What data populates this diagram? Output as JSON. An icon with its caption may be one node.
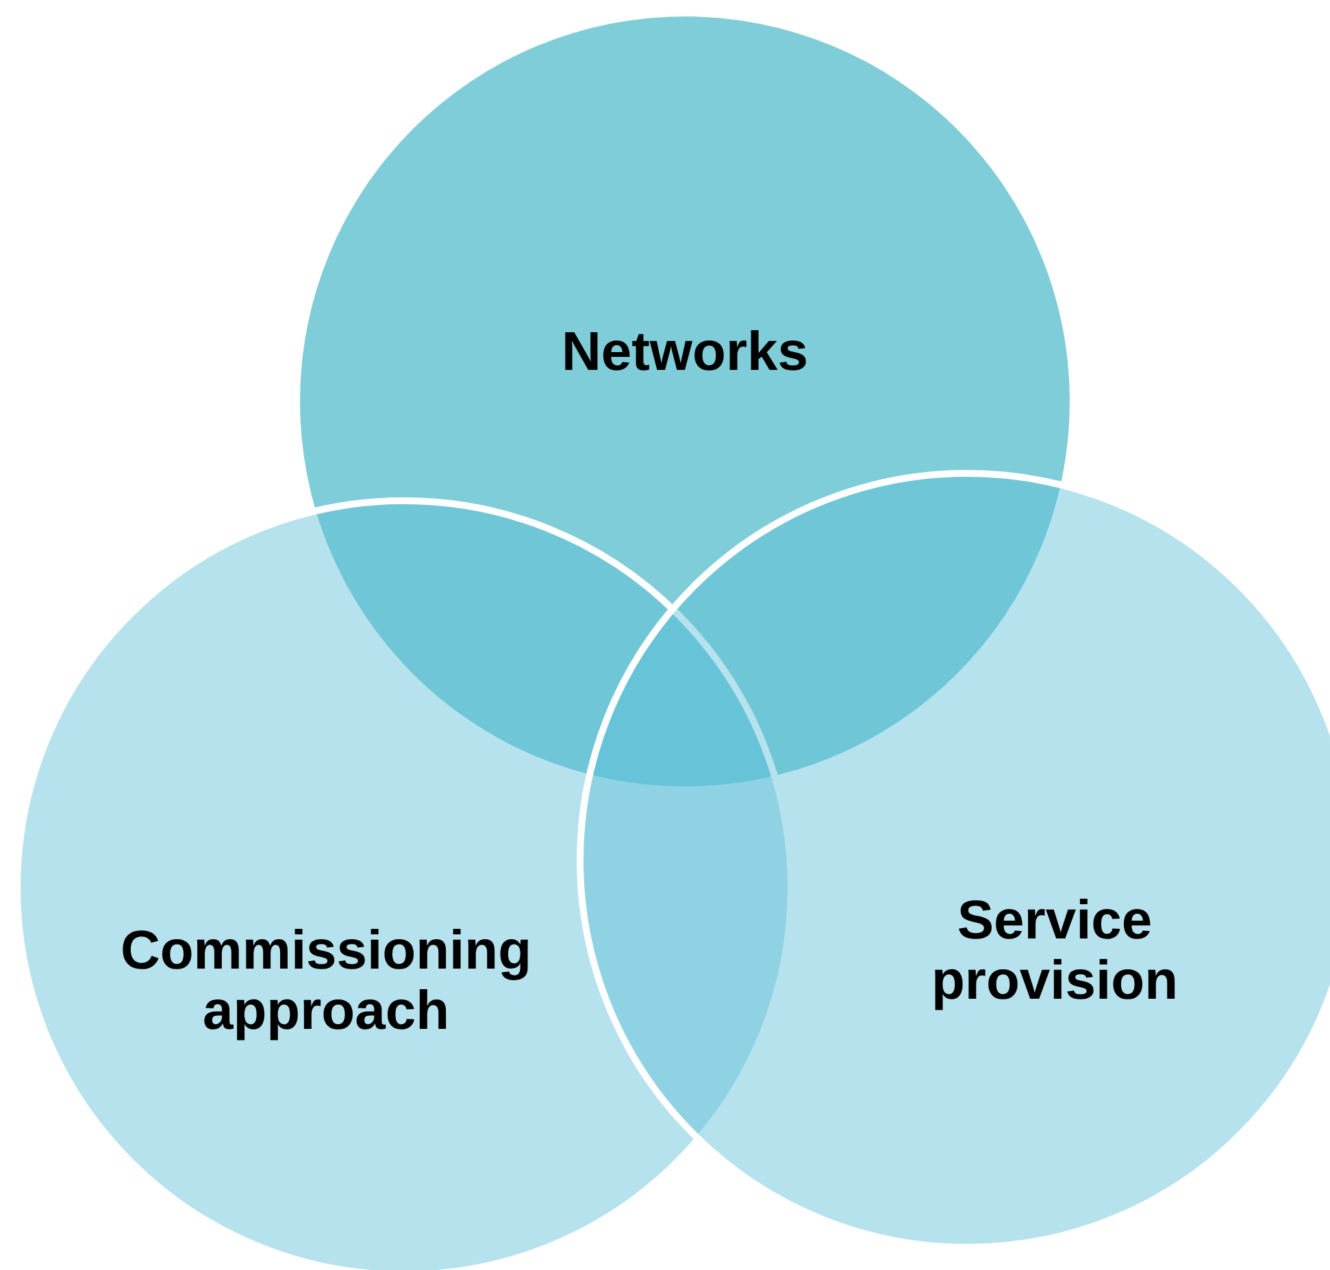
{
  "diagram": {
    "nodes": [
      {
        "text": [
          "Networks"
        ]
      },
      {
        "text": [
          "Commissioning approach"
        ]
      },
      {
        "text": [
          "Service provision"
        ]
      }
    ]
  }
}
